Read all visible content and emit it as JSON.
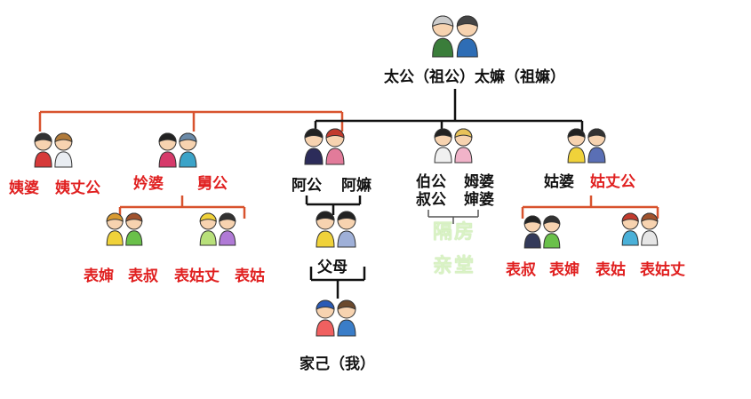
{
  "colors": {
    "elder_line": "#d8532e",
    "tree_line": "#111111",
    "label_black": "#111111",
    "label_red": "#e02020",
    "ghost_text": "#d9f2c4"
  },
  "labels": {
    "great_grandparents": "太公（祖公）太嫲（祖嫲）",
    "yipo": "姨婆",
    "yizhanggong": "姨丈公",
    "qinpo": "妗婆",
    "jiugong": "舅公",
    "agong": "阿公",
    "ama": "阿嫲",
    "bogong_shugong": [
      "伯公",
      "叔公"
    ],
    "mupo_shenpo": [
      "姆婆",
      "婶婆"
    ],
    "gupo": "姑婆",
    "guzhanggong": "姑丈公",
    "left_biaoshen": "表婶",
    "left_biaoshu": "表叔",
    "left_biaoguzhang": "表姑丈",
    "left_biaogu": "表姑",
    "parents": "父母",
    "self": "家己（我）",
    "right_biaoshu": "表叔",
    "right_biaoshen": "表婶",
    "right_biaogu": "表姑",
    "right_biaoguzhang": "表姑丈",
    "ghost_top": "隔房",
    "ghost_bottom": "亲堂"
  },
  "icons": {
    "great_grandparents": "elderly-couple-icon",
    "yipo_couple": "couple-icon",
    "qinpo_couple": "couple-icon",
    "grandparents": "couple-icon",
    "bogong_couple": "couple-icon",
    "gupo_couple": "couple-icon",
    "left_cousins_a": "children-icon",
    "left_cousins_b": "children-icon",
    "parents": "couple-icon",
    "self": "children-icon",
    "right_cousins_a": "children-icon",
    "right_cousins_b": "children-icon"
  }
}
